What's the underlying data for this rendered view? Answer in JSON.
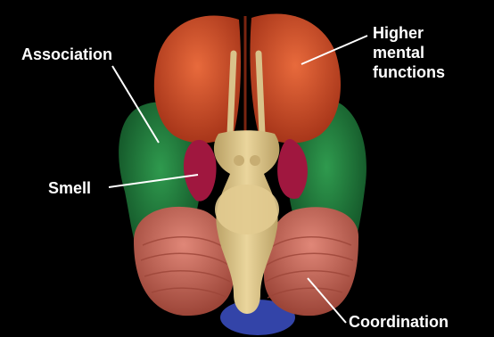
{
  "labels": {
    "association": "Association",
    "higher_line1": "Higher",
    "higher_line2": "mental",
    "higher_line3": "functions",
    "smell": "Smell",
    "coordination": "Coordination"
  },
  "colors": {
    "background": "#000000",
    "frontal_lobe": "#d8542a",
    "temporal_lobe": "#1f7a3a",
    "olfactory_region": "#a0173f",
    "brainstem": "#d9c28a",
    "cerebellum": "#c96a5e",
    "occipital_tip": "#3344a8",
    "label_text": "#ffffff"
  }
}
